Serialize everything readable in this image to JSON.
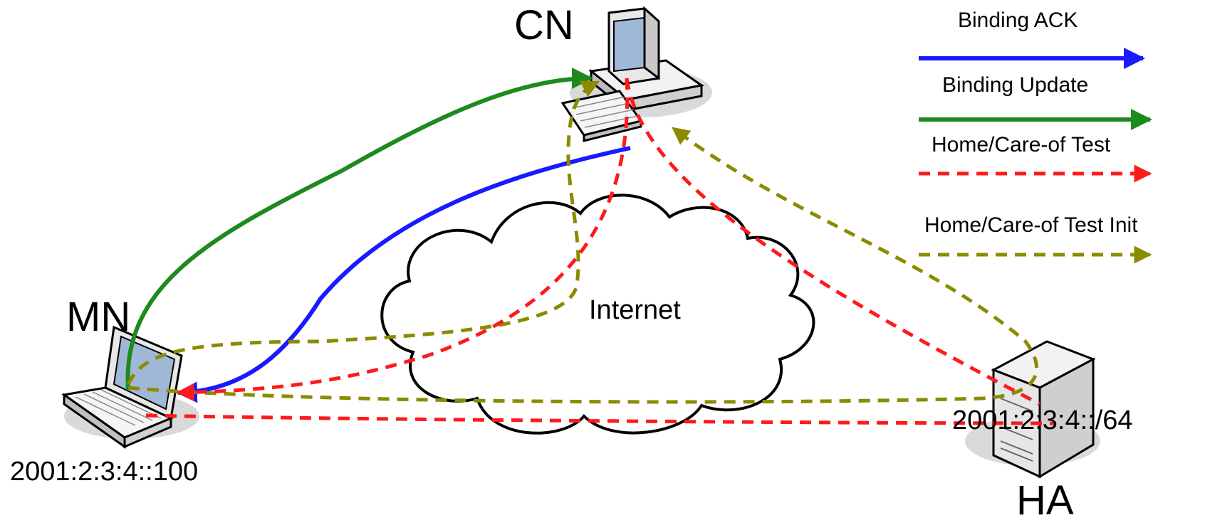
{
  "nodes": {
    "cn": {
      "label": "CN"
    },
    "mn": {
      "label": "MN",
      "address": "2001:2:3:4::100"
    },
    "ha": {
      "label": "HA",
      "address": "2001:2:3:4::/64"
    }
  },
  "cloud": {
    "label": "Internet"
  },
  "legend": [
    {
      "label": "Binding ACK",
      "color": "#1a1aff",
      "style": "solid"
    },
    {
      "label": "Binding Update",
      "color": "#1e8a1e",
      "style": "solid"
    },
    {
      "label": "Home/Care-of Test",
      "color": "#ff1a1a",
      "style": "dashed"
    },
    {
      "label": "Home/Care-of Test Init",
      "color": "#8b8b00",
      "style": "dashed"
    }
  ]
}
